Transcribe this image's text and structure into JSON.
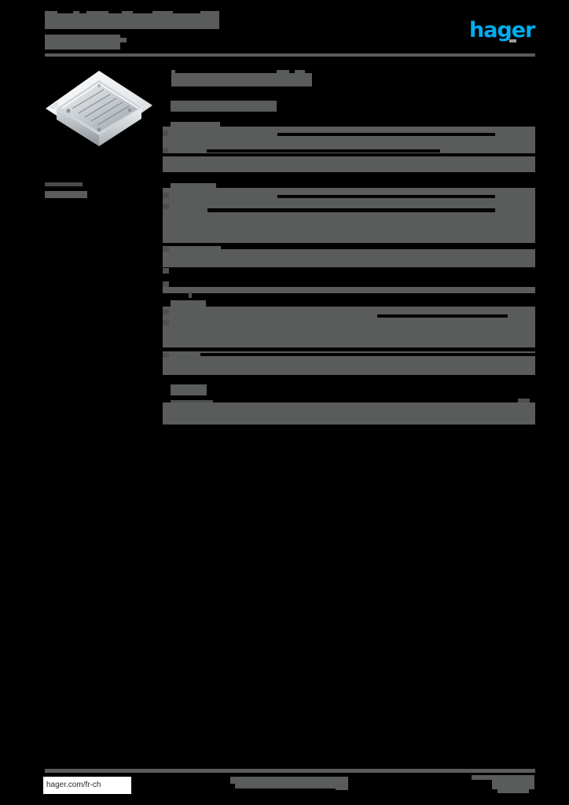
{
  "document": {
    "type": "product-datasheet",
    "background_color": "#000000",
    "redaction_color": "#5a5c5c",
    "brand_color": "#00aeef"
  },
  "header": {
    "logo_text": "hager",
    "title_line1": "",
    "title_line2": "",
    "divider": ""
  },
  "left_column": {
    "product_image_alt": "metallic floor box with ribbed lid",
    "side_label": ""
  },
  "main": {
    "section_title": "",
    "subheading": "",
    "blocks": [
      {
        "heading": "",
        "rows": [
          "",
          "",
          ""
        ]
      },
      {
        "heading": "",
        "rows": [
          "",
          "",
          "",
          "",
          ""
        ]
      },
      {
        "heading": "",
        "rows": [
          "",
          "",
          ""
        ]
      },
      {
        "heading": "",
        "rows": [
          ""
        ]
      }
    ]
  },
  "footer": {
    "link": "hager.com/fr-ch",
    "center_text": "",
    "page_number": ""
  }
}
